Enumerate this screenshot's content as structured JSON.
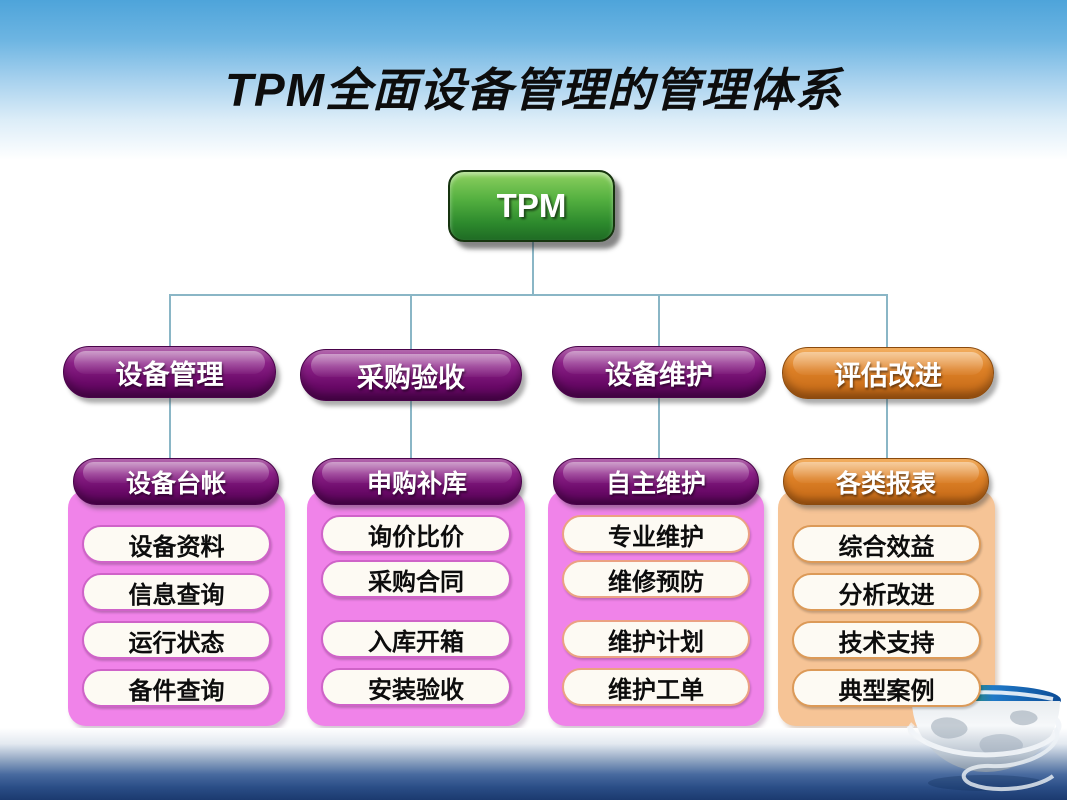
{
  "title": "TPM全面设备管理的管理体系",
  "root": {
    "label": "TPM"
  },
  "branches": [
    {
      "label": "设备管理",
      "theme": "purple",
      "sub": {
        "label": "设备台帐",
        "items": [
          "设备资料",
          "信息查询",
          "运行状态",
          "备件查询"
        ]
      }
    },
    {
      "label": "采购验收",
      "theme": "purple",
      "sub": {
        "label": "申购补库",
        "items": [
          "询价比价",
          "采购合同",
          "入库开箱",
          "安装验收"
        ]
      }
    },
    {
      "label": "设备维护",
      "theme": "purple",
      "sub": {
        "label": "自主维护",
        "items": [
          "专业维护",
          "维修预防",
          "维护计划",
          "维护工单"
        ]
      }
    },
    {
      "label": "评估改进",
      "theme": "orange",
      "sub": {
        "label": "各类报表",
        "items": [
          "综合效益",
          "分析改进",
          "技术支持",
          "典型案例"
        ]
      }
    }
  ],
  "colors": {
    "root_green": "#2d8a2d",
    "branch_purple": "#6b0a69",
    "branch_orange": "#c06514",
    "panel_pink": "#f083e9",
    "panel_peach": "#f6c496",
    "item_border_pink": "#cf63c8",
    "item_border_salmon": "#eba183",
    "item_border_orange": "#dc9a58",
    "connector_blue": "#8ab6c6",
    "sky_blue": "#4ea4da",
    "ocean_blue": "#1b3a6f"
  },
  "decor": {
    "globe": "globe-hemisphere-with-swirl-ribbon",
    "ocean": "ocean-gradient-band"
  }
}
